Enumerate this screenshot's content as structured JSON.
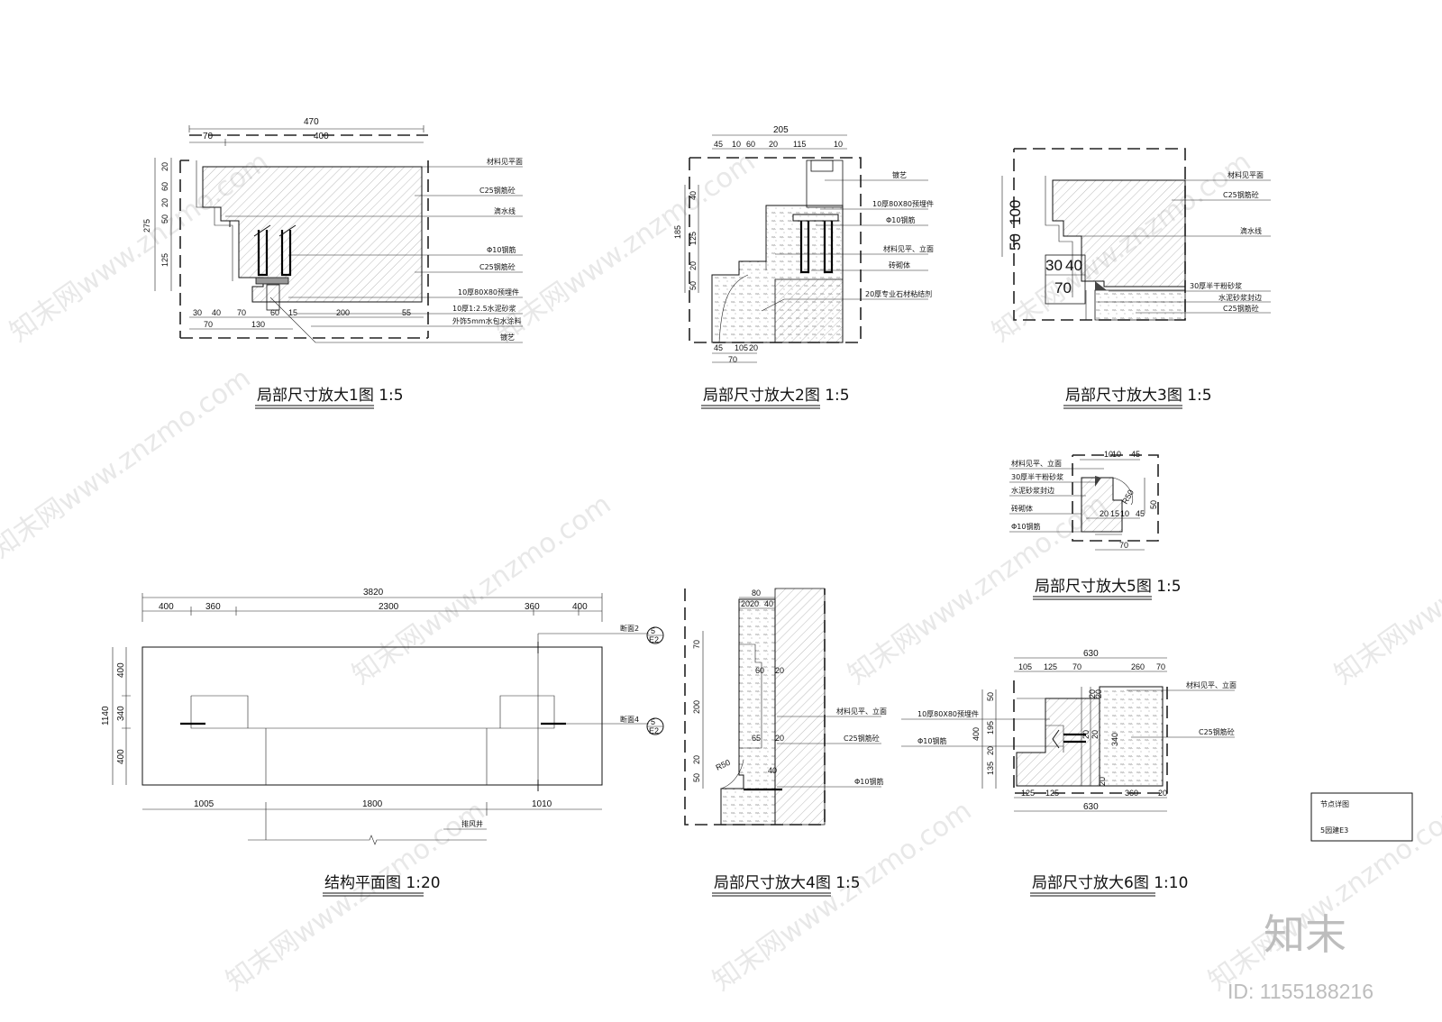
{
  "titles": {
    "d1": "局部尺寸放大1图 1:5",
    "d2": "局部尺寸放大2图 1:5",
    "d3": "局部尺寸放大3图 1:5",
    "d4": "局部尺寸放大4图 1:5",
    "d5": "局部尺寸放大5图 1:5",
    "d6": "局部尺寸放大6图 1:10",
    "plan": "结构平面图 1:20"
  },
  "d1": {
    "dims_top": [
      "470",
      "70",
      "400"
    ],
    "dims_left": [
      "20",
      "60",
      "20",
      "50",
      "125",
      "275"
    ],
    "dims_bottom1": [
      "30",
      "40",
      "70",
      "60",
      "15",
      "200",
      "55"
    ],
    "dims_bottom2": [
      "70",
      "130"
    ],
    "notes": [
      "材料见平面",
      "C25钢筋砼",
      "滴水线",
      "Φ10钢筋",
      "C25钢筋砼",
      "10厚80X80预埋件",
      "10厚1:2.5水泥砂浆",
      "外饰5mm水包水涂料",
      "镀艺"
    ]
  },
  "d2": {
    "dims_top": [
      "205",
      "45",
      "10",
      "60",
      "20",
      "115",
      "10"
    ],
    "dims_left": [
      "185",
      "40",
      "125",
      "20",
      "50"
    ],
    "dims_bottom": [
      "45",
      "10",
      "5",
      "20",
      "70"
    ],
    "notes": [
      "镀艺",
      "10厚80X80预埋件",
      "Φ10钢筋",
      "材料见平、立面",
      "砖砌体",
      "20厚专业石材粘结剂"
    ]
  },
  "d3": {
    "dims_left": [
      "100",
      "50"
    ],
    "dims_small": [
      "30",
      "40",
      "70"
    ],
    "notes": [
      "材料见平面",
      "C25钢筋砼",
      "滴水线",
      "30厚半干粉砂浆",
      "水泥砂浆封边",
      "C25钢筋砼"
    ]
  },
  "d4": {
    "dims_top": [
      "80",
      "20",
      "20",
      "40"
    ],
    "dims_left": [
      "70",
      "200",
      "20",
      "50"
    ],
    "dims_mid": [
      "60",
      "20",
      "65",
      "20",
      "40"
    ],
    "radius": "R50",
    "notes": [
      "材料见平、立面",
      "C25钢筋砼",
      "Φ10钢筋"
    ]
  },
  "d5": {
    "dims_top": [
      "10",
      "10",
      "45"
    ],
    "dims_right": [
      "50"
    ],
    "dims_mid": [
      "20",
      "15",
      "10",
      "45"
    ],
    "dims_bottom": [
      "70"
    ],
    "radius": "R50",
    "notes": [
      "材料见平、立面",
      "30厚半干粉砂浆",
      "水泥砂浆封边",
      "砖砌体",
      "Φ10钢筋"
    ]
  },
  "d6": {
    "dims_top_total": "630",
    "dims_top": [
      "105",
      "125",
      "70",
      "20",
      "20",
      "260",
      "70"
    ],
    "dims_left": [
      "50",
      "195",
      "20",
      "135",
      "400"
    ],
    "dims_inner": [
      "20",
      "20",
      "340",
      "20"
    ],
    "dims_bottom": [
      "125",
      "125",
      "360",
      "20"
    ],
    "dims_bottom_total": "630",
    "notes": [
      "材料见平、立面",
      "10厚80X80预埋件",
      "Φ10钢筋",
      "C25钢筋砼"
    ]
  },
  "plan": {
    "dims_top_total": "3820",
    "dims_top": [
      "400",
      "360",
      "2300",
      "360",
      "400"
    ],
    "dims_left": [
      "400",
      "340",
      "400"
    ],
    "dims_left_total": "1140",
    "dims_bottom": [
      "1005",
      "1800",
      "1010"
    ],
    "section1": "断面2",
    "section2": "断面4",
    "tag_num": "5",
    "tag_unit": "E2",
    "vent": "排风井"
  },
  "titlebox": {
    "line1": "节点详图",
    "line2": "5园建E3"
  },
  "watermark": {
    "text": "知末网www.znzmo.com",
    "brand": "知末",
    "id": "ID: 1155188216"
  }
}
